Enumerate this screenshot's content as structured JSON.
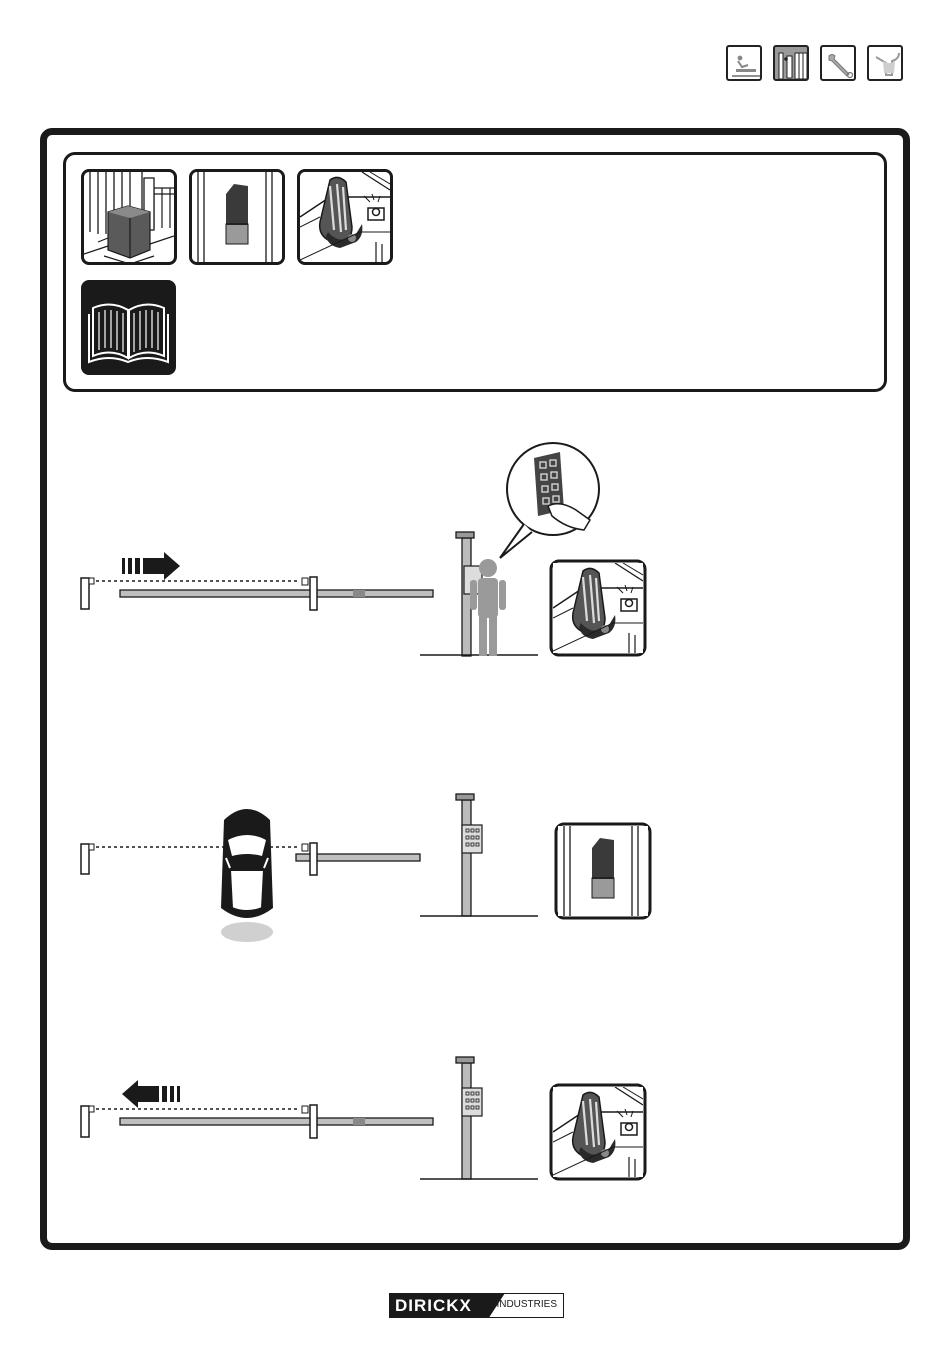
{
  "header": {
    "tab_icons": [
      "installation-icon",
      "operation-icon",
      "maintenance-icon",
      "troubleshooting-icon"
    ],
    "active_tab": "operation-icon"
  },
  "intro": {
    "thumbnails": [
      "gate-operator-icon",
      "warning-light-icon",
      "control-unit-icon"
    ],
    "manual_icon": "open-book-icon"
  },
  "steps": [
    {
      "barrier_state": "opening",
      "actor": "pedestrian-at-keypad",
      "indicator": "control-unit-icon"
    },
    {
      "barrier_state": "open",
      "actor": "car-passing",
      "indicator": "warning-light-icon"
    },
    {
      "barrier_state": "closing",
      "actor": "none",
      "indicator": "control-unit-icon"
    }
  ],
  "footer": {
    "brand": "DIRICKX",
    "brand_sub": "INDUSTRIES"
  },
  "colors": {
    "ink": "#1a1a1a",
    "grey": "#9a9a9a",
    "light_grey": "#d9d9d9"
  }
}
